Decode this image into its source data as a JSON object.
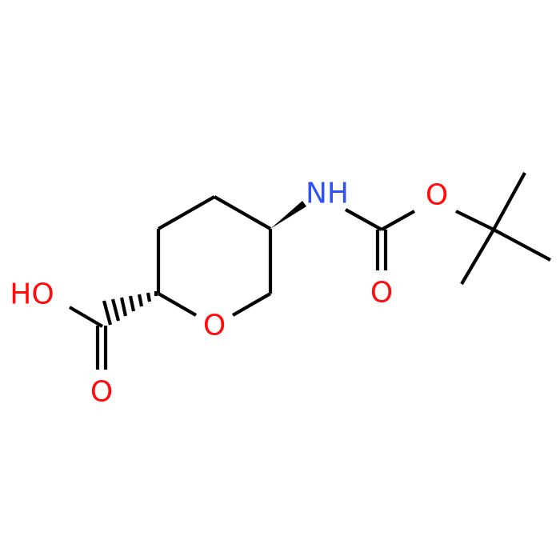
{
  "molecule": {
    "atoms": {
      "oh": "HO",
      "acid_carbonyl_o": "O",
      "ring_o": "O",
      "nh": "NH",
      "carbamate_carbonyl_o": "O",
      "ester_o": "O"
    },
    "colors": {
      "bond": "#000000",
      "oxygen": "#ff0d0d",
      "nitrogen": "#3050f8"
    }
  }
}
